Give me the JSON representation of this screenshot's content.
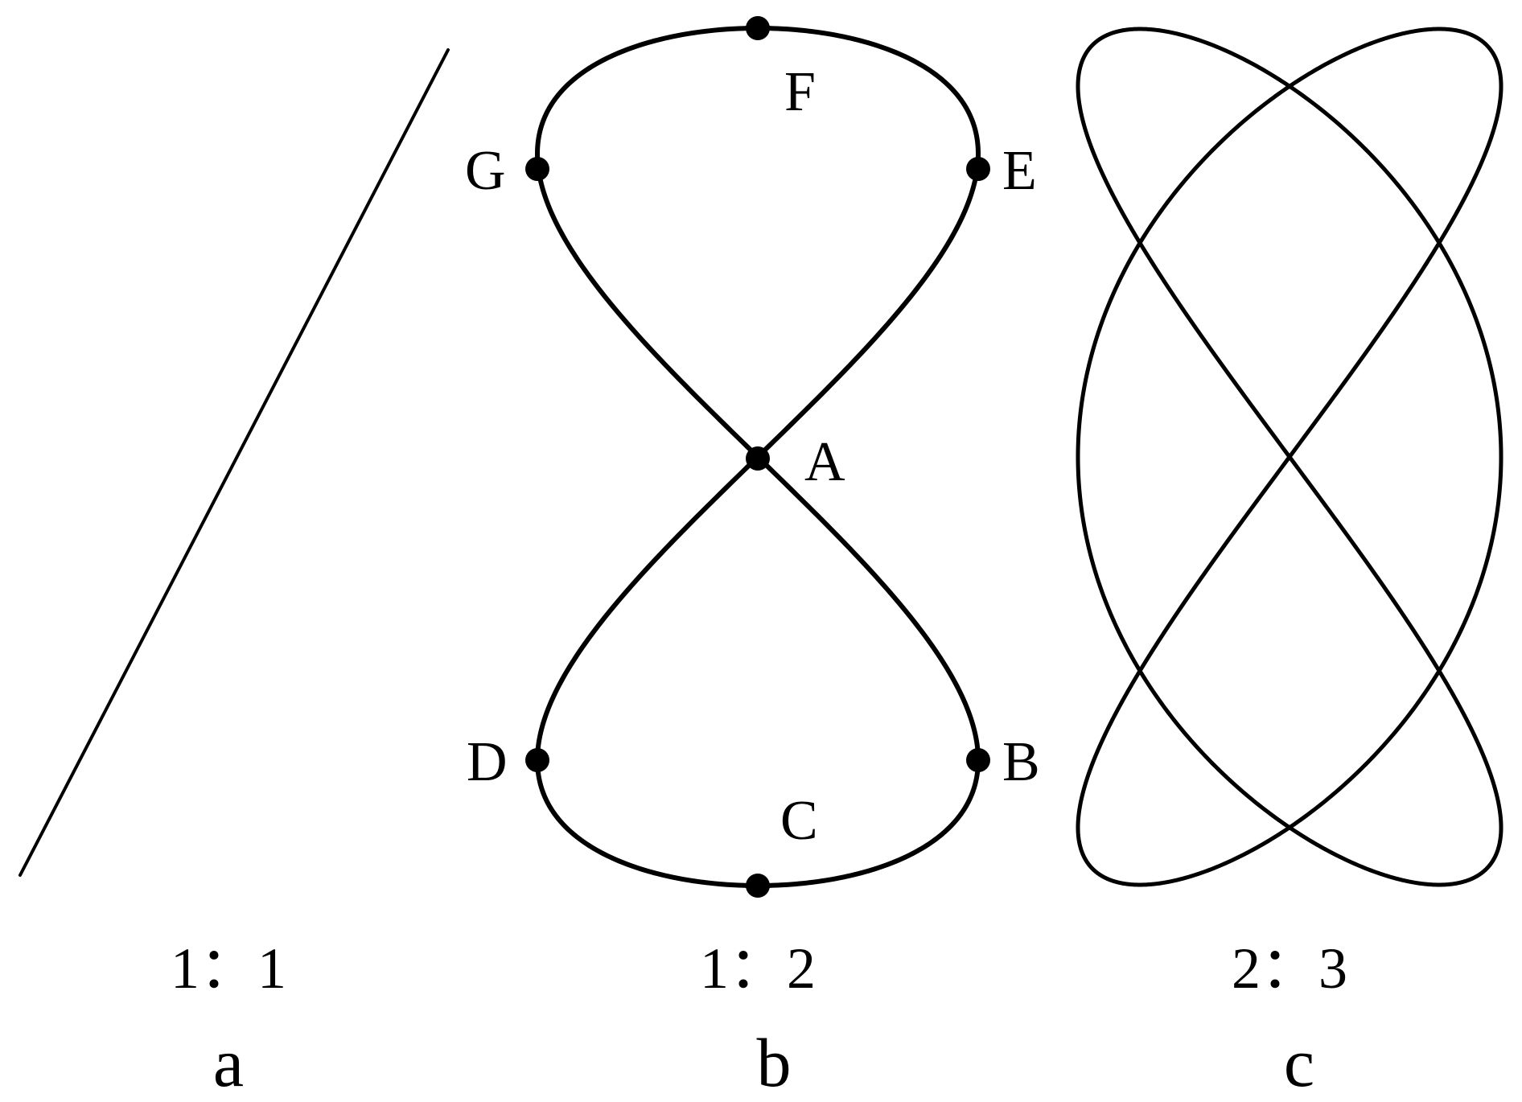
{
  "panels": [
    {
      "id": "a",
      "letter": "a",
      "ratio": "1：1",
      "frequency_ratio": [
        1,
        1
      ],
      "curve": "straight-line"
    },
    {
      "id": "b",
      "letter": "b",
      "ratio": "1：2",
      "frequency_ratio": [
        1,
        2
      ],
      "curve": "figure-eight",
      "points": {
        "A": "A",
        "B": "B",
        "C": "C",
        "D": "D",
        "E": "E",
        "F": "F",
        "G": "G"
      }
    },
    {
      "id": "c",
      "letter": "c",
      "ratio": "2：3",
      "frequency_ratio": [
        2,
        3
      ],
      "curve": "lissajous"
    }
  ],
  "colors": {
    "stroke": "#000000",
    "background": "#ffffff"
  }
}
